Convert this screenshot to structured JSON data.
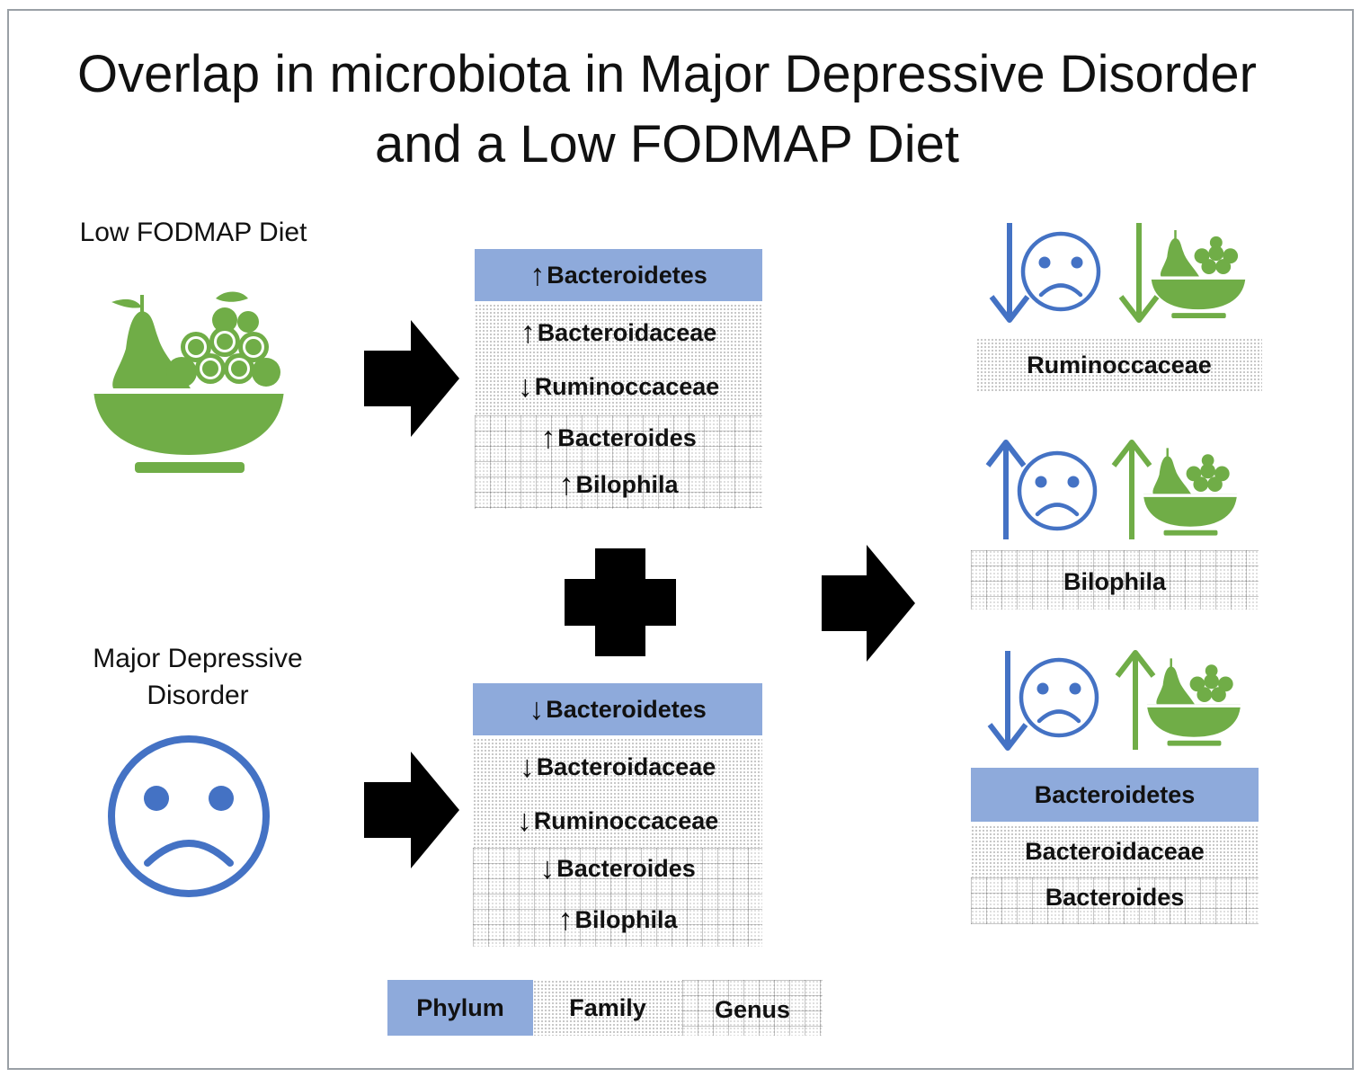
{
  "title": {
    "line1": "Overlap in microbiota in Major Depressive Disorder",
    "line2": "and a Low FODMAP Diet"
  },
  "colors": {
    "green": "#70ad47",
    "blue": "#4472c4",
    "phylum_fill": "#8eaadb"
  },
  "inputs": {
    "diet_label": "Low FODMAP Diet",
    "mdd_label_line1": "Major Depressive",
    "mdd_label_line2": "Disorder",
    "diet_icon": "fruit-bowl-icon",
    "mdd_icon": "sad-face-icon"
  },
  "diet_changes": [
    {
      "arrow": "↑",
      "name": "Bacteroidetes",
      "level": "Phylum"
    },
    {
      "arrow": "↑",
      "name": "Bacteroidaceae",
      "level": "Family"
    },
    {
      "arrow": "↓",
      "name": "Ruminoccaceae",
      "level": "Family"
    },
    {
      "arrow": "↑",
      "name": "Bacteroides",
      "level": "Genus"
    },
    {
      "arrow": "↑",
      "name": "Bilophila",
      "level": "Genus"
    }
  ],
  "mdd_changes": [
    {
      "arrow": "↓",
      "name": "Bacteroidetes",
      "level": "Phylum"
    },
    {
      "arrow": "↓",
      "name": "Bacteroidaceae",
      "level": "Family"
    },
    {
      "arrow": "↓",
      "name": "Ruminoccaceae",
      "level": "Family"
    },
    {
      "arrow": "↓",
      "name": "Bacteroides",
      "level": "Genus"
    },
    {
      "arrow": "↑",
      "name": "Bilophila",
      "level": "Genus"
    }
  ],
  "overlap": [
    {
      "mdd": "down",
      "diet": "down",
      "taxa": [
        "Ruminoccaceae"
      ],
      "levels": [
        "Family"
      ]
    },
    {
      "mdd": "up",
      "diet": "up",
      "taxa": [
        "Bilophila"
      ],
      "levels": [
        "Genus"
      ]
    },
    {
      "mdd": "down",
      "diet": "up",
      "taxa": [
        "Bacteroidetes",
        "Bacteroidaceae",
        "Bacteroides"
      ],
      "levels": [
        "Phylum",
        "Family",
        "Genus"
      ]
    }
  ],
  "legend": {
    "phylum": "Phylum",
    "family": "Family",
    "genus": "Genus"
  }
}
